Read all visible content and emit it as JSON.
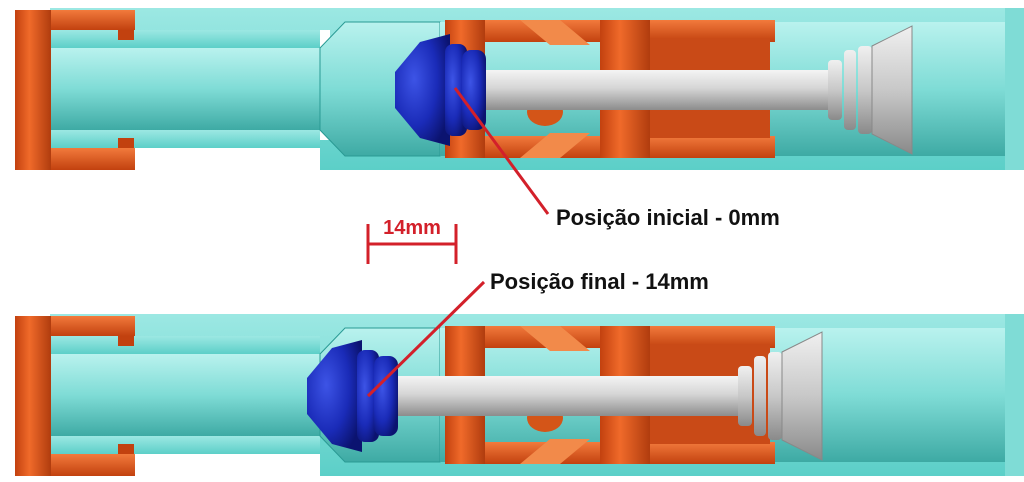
{
  "annotations": {
    "initial_position": "Posição inicial - 0mm",
    "final_position": "Posição final - 14mm",
    "displacement": "14mm"
  },
  "colors": {
    "housing": "#6fd6d2",
    "housing_dark": "#2a9a94",
    "bore": "#8ae3dd",
    "orange_part": "#e8561c",
    "orange_dark": "#a83a0e",
    "piston_head": "#1a2bb8",
    "rod": "#d7d7d7",
    "pointer_line": "#d3202a",
    "label_text": "#111111"
  }
}
